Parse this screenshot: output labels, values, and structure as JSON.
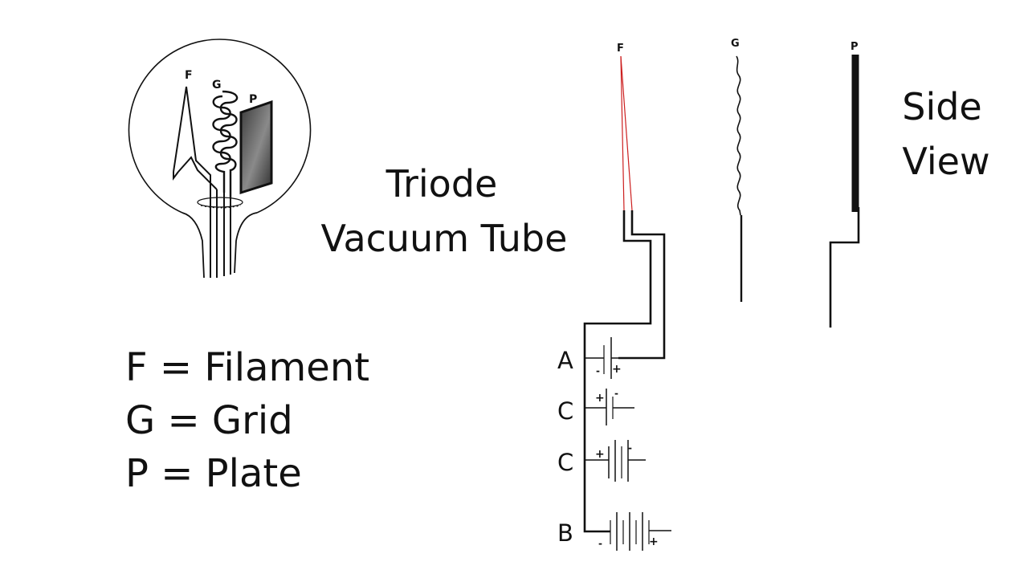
{
  "title": {
    "line1": "Triode",
    "line2": "Vacuum Tube"
  },
  "side_view": {
    "line1": "Side",
    "line2": "View"
  },
  "legend": {
    "filament": "F = Filament",
    "grid": "G = Grid",
    "plate": "P = Plate"
  },
  "tube_labels": {
    "f": "F",
    "g": "G",
    "p": "P"
  },
  "side_labels": {
    "f": "F",
    "g": "G",
    "p": "P"
  },
  "battery_labels": {
    "a": "A",
    "c1": "C",
    "c2": "C",
    "b": "B"
  },
  "polarity": {
    "plus": "+",
    "minus": "-"
  },
  "colors": {
    "ink": "#111111",
    "filament_wire": "#cc1f1f",
    "plate_fill": "#6d6d6d"
  }
}
